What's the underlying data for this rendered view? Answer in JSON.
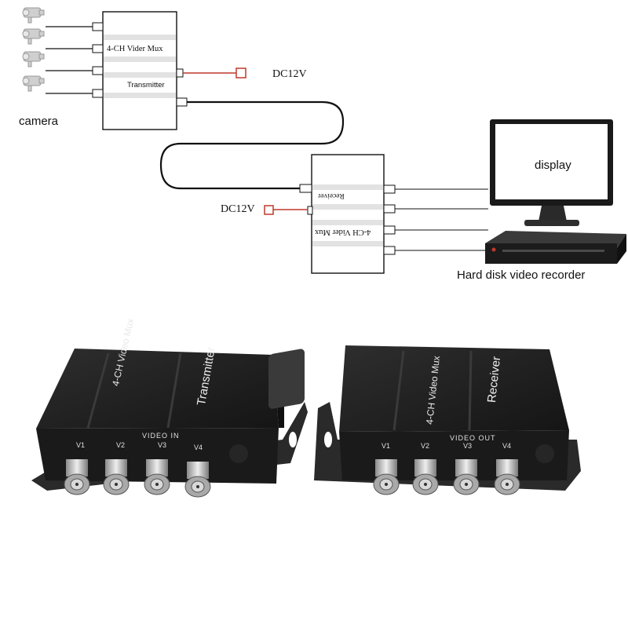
{
  "diagram": {
    "camera_label": "camera",
    "transmitter": {
      "title": "4-CH Vider Mux",
      "role": "Transmitter"
    },
    "receiver": {
      "title": "4-CH Vider Mux",
      "role": "Receiver"
    },
    "power_top": "DC12V",
    "power_bottom": "DC12V",
    "display_label": "display",
    "recorder_label": "Hard disk video recorder"
  },
  "products": {
    "transmitter": {
      "title": "4-CH Video Mux",
      "role": "Transmitter",
      "port_group": "VIDEO IN",
      "ports": [
        "V1",
        "V2",
        "V3",
        "V4"
      ]
    },
    "receiver": {
      "title": "4-CH Video Mux",
      "role": "Receiver",
      "port_group": "VIDEO OUT",
      "ports": [
        "V1",
        "V2",
        "V3",
        "V4"
      ]
    }
  },
  "colors": {
    "power_line": "#c0392b",
    "device_body": "#1c1c1c",
    "diagram_line": "#111111"
  }
}
